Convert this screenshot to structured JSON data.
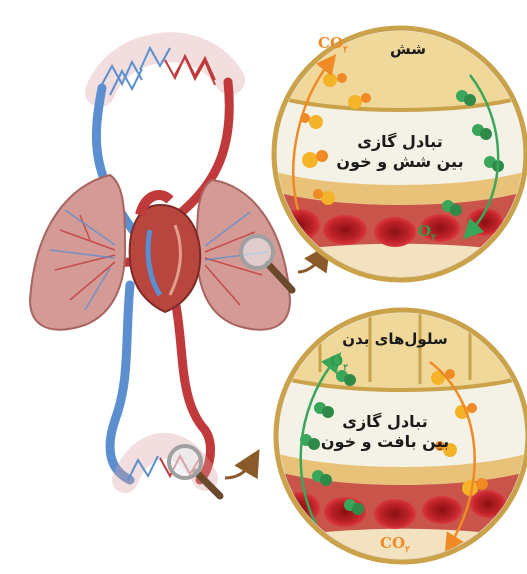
{
  "colors": {
    "artery": "#c0393b",
    "vein": "#5b8fd0",
    "lung": "#d49a96",
    "heart": "#b9453f",
    "capsule_fill": "#f0d79a",
    "capsule_border": "#c9a24a",
    "rbc": "#b51b1f",
    "oxygen_green": "#3aa65a",
    "co2_orange": "#f08a24",
    "arrow_brown": "#8b5a2b"
  },
  "icons": [
    "magnifier-icon",
    "pointer-arrow-icon",
    "cycle-arrow-icon"
  ],
  "top_circle": {
    "location_label": "شش",
    "title_line1": "تبادل گازی",
    "title_line2": "بین شش و خون",
    "co2_label": "CO",
    "co2_sub": "۲",
    "o2_label": "O",
    "o2_sub": "۲"
  },
  "bottom_circle": {
    "location_label": "سلول‌های بدن",
    "title_line1": "تبادل گازی",
    "title_line2": "بین بافت و خون",
    "o2_label": "O",
    "o2_sub": "۲",
    "co2_label": "CO",
    "co2_sub": "۲"
  }
}
